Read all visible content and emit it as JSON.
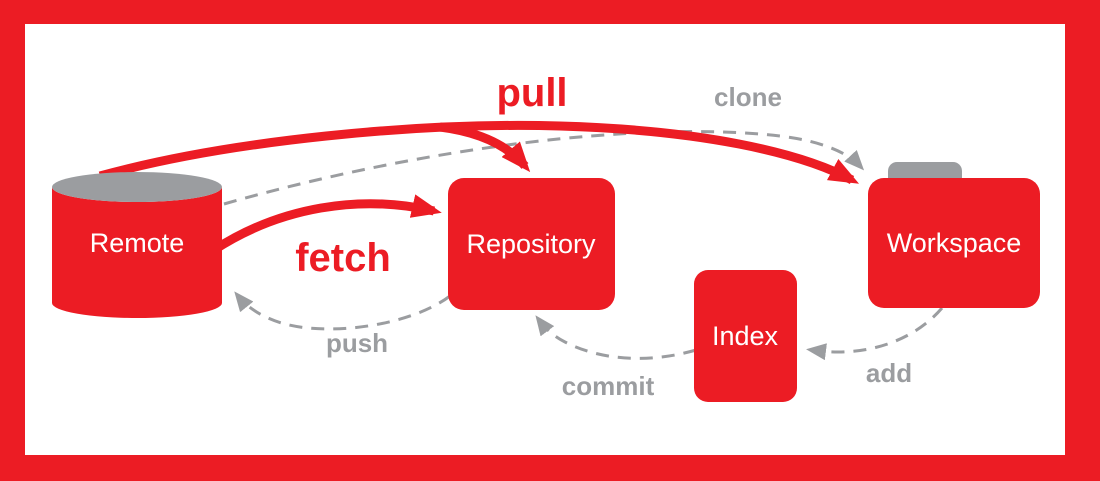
{
  "colors": {
    "red": "#ec1c24",
    "gray": "#9b9da0",
    "bg": "#ffffff"
  },
  "nodes": {
    "remote": {
      "label": "Remote",
      "shape": "cylinder"
    },
    "repository": {
      "label": "Repository",
      "shape": "rounded-rect"
    },
    "index": {
      "label": "Index",
      "shape": "rounded-rect"
    },
    "workspace": {
      "label": "Workspace",
      "shape": "folder"
    }
  },
  "edges": {
    "pull": {
      "label": "pull",
      "from": "Remote",
      "to": "Workspace",
      "style": "solid-red",
      "note": "also branches into Repository"
    },
    "fetch": {
      "label": "fetch",
      "from": "Remote",
      "to": "Repository",
      "style": "solid-red"
    },
    "clone": {
      "label": "clone",
      "from": "Remote",
      "to": "Workspace",
      "style": "dashed-gray"
    },
    "push": {
      "label": "push",
      "from": "Repository",
      "to": "Remote",
      "style": "dashed-gray"
    },
    "commit": {
      "label": "commit",
      "from": "Index",
      "to": "Repository",
      "style": "dashed-gray"
    },
    "add": {
      "label": "add",
      "from": "Workspace",
      "to": "Index",
      "style": "dashed-gray"
    }
  }
}
